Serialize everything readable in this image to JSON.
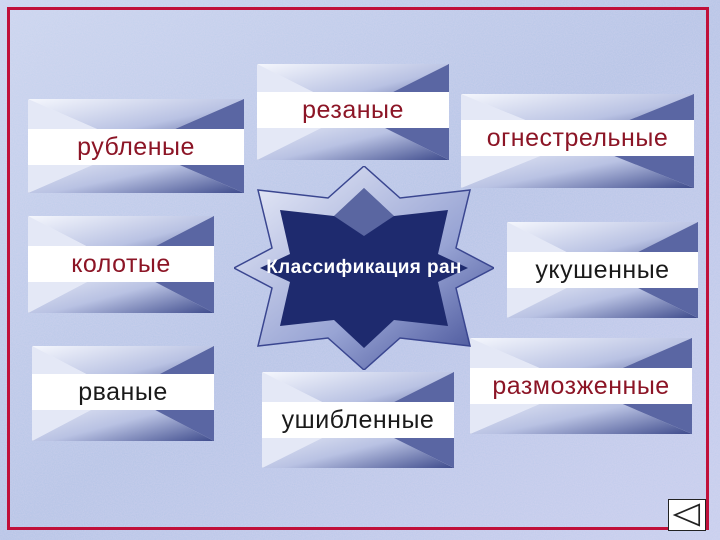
{
  "center": {
    "title": "Классификация  ран"
  },
  "cards": [
    {
      "id": "rublenye",
      "label": "рубленые"
    },
    {
      "id": "rezanye",
      "label": "резаные"
    },
    {
      "id": "ognestrelnye",
      "label": "огнестрельные"
    },
    {
      "id": "kolotye",
      "label": "колотые"
    },
    {
      "id": "ukushennye",
      "label": "укушенные"
    },
    {
      "id": "rvanye",
      "label": "рваные"
    },
    {
      "id": "ushiblennye",
      "label": "ушибленные"
    },
    {
      "id": "razmozhennye",
      "label": "размозженные"
    }
  ],
  "colors": {
    "background": "#b9c9e6",
    "frame": "#c0103a",
    "card_text": "#8c1526",
    "star_face": "#1e2a6e",
    "envelope_shade": "#3e4b8c"
  },
  "icons": {
    "nav": "back-triangle-icon"
  }
}
